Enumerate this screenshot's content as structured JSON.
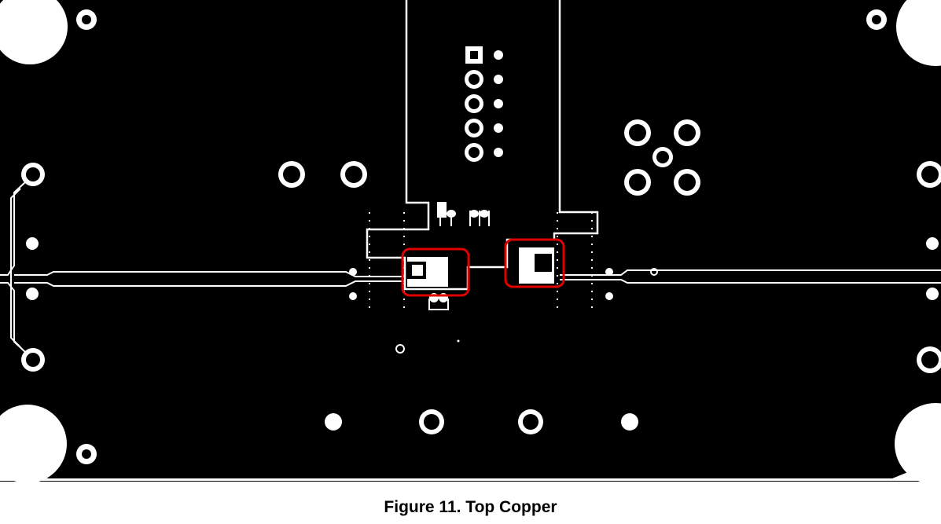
{
  "figure": {
    "caption": "Figure 11. Top Copper",
    "layer": "top-copper"
  },
  "colors": {
    "copper_background": "#000000",
    "copper_features": "#ffffff",
    "highlight": "#e00000",
    "page": "#ffffff"
  },
  "highlights": {
    "count": 2
  }
}
